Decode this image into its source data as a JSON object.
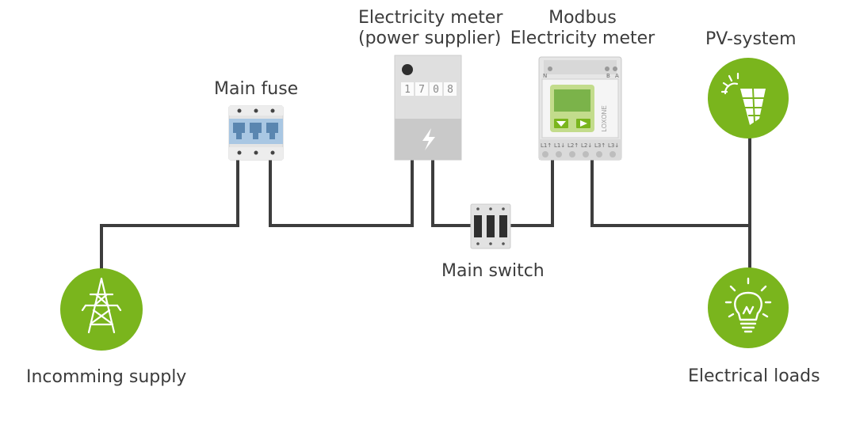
{
  "labels": {
    "main_fuse": "Main fuse",
    "meter_supplier_line1": "Electricity meter",
    "meter_supplier_line2": "(power supplier)",
    "modbus_line1": "Modbus",
    "modbus_line2": "Electricity meter",
    "pv_system": "PV-system",
    "main_switch": "Main switch",
    "incoming_supply": "Incomming supply",
    "electrical_loads": "Electrical loads"
  },
  "meter_digits": [
    "1",
    "7",
    "0",
    "8"
  ],
  "modbus_device": {
    "brand": "LOXONE",
    "terminals": [
      "L1↑",
      "L1↓",
      "L2↑",
      "L2↓",
      "L3↑",
      "L3↓"
    ],
    "top_letters": [
      "N",
      "B",
      "A"
    ]
  },
  "icons": {
    "incoming_supply": "power-tower-icon",
    "pv_system": "solar-panel-icon",
    "electrical_loads": "light-bulb-icon"
  },
  "colors": {
    "accent_green": "#7ab51d",
    "wire": "#3d3d3d",
    "text": "#3c3c3c",
    "fuse_blue": "#a9c7e3"
  }
}
